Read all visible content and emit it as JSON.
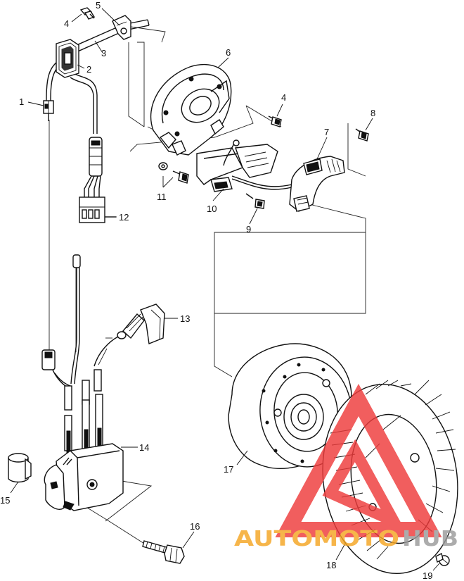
{
  "diagram": {
    "part_numbers": {
      "p1": "1",
      "p2": "2",
      "p3": "3",
      "p4a": "4",
      "p4b": "4",
      "p5": "5",
      "p6": "6",
      "p7": "7",
      "p8": "8",
      "p9": "9",
      "p10": "10",
      "p11": "11",
      "p12": "12",
      "p13": "13",
      "p14": "14",
      "p15": "15",
      "p16": "16",
      "p17": "17",
      "p18": "18",
      "p19": "19"
    },
    "watermark": {
      "text_orange": "AUTOMOTO",
      "text_gray": "HUB",
      "color_red": "#ee3b3b",
      "color_orange": "#f5a623",
      "color_gray": "#9a9a9a"
    },
    "colors": {
      "line": "#111111",
      "background": "#ffffff"
    }
  }
}
